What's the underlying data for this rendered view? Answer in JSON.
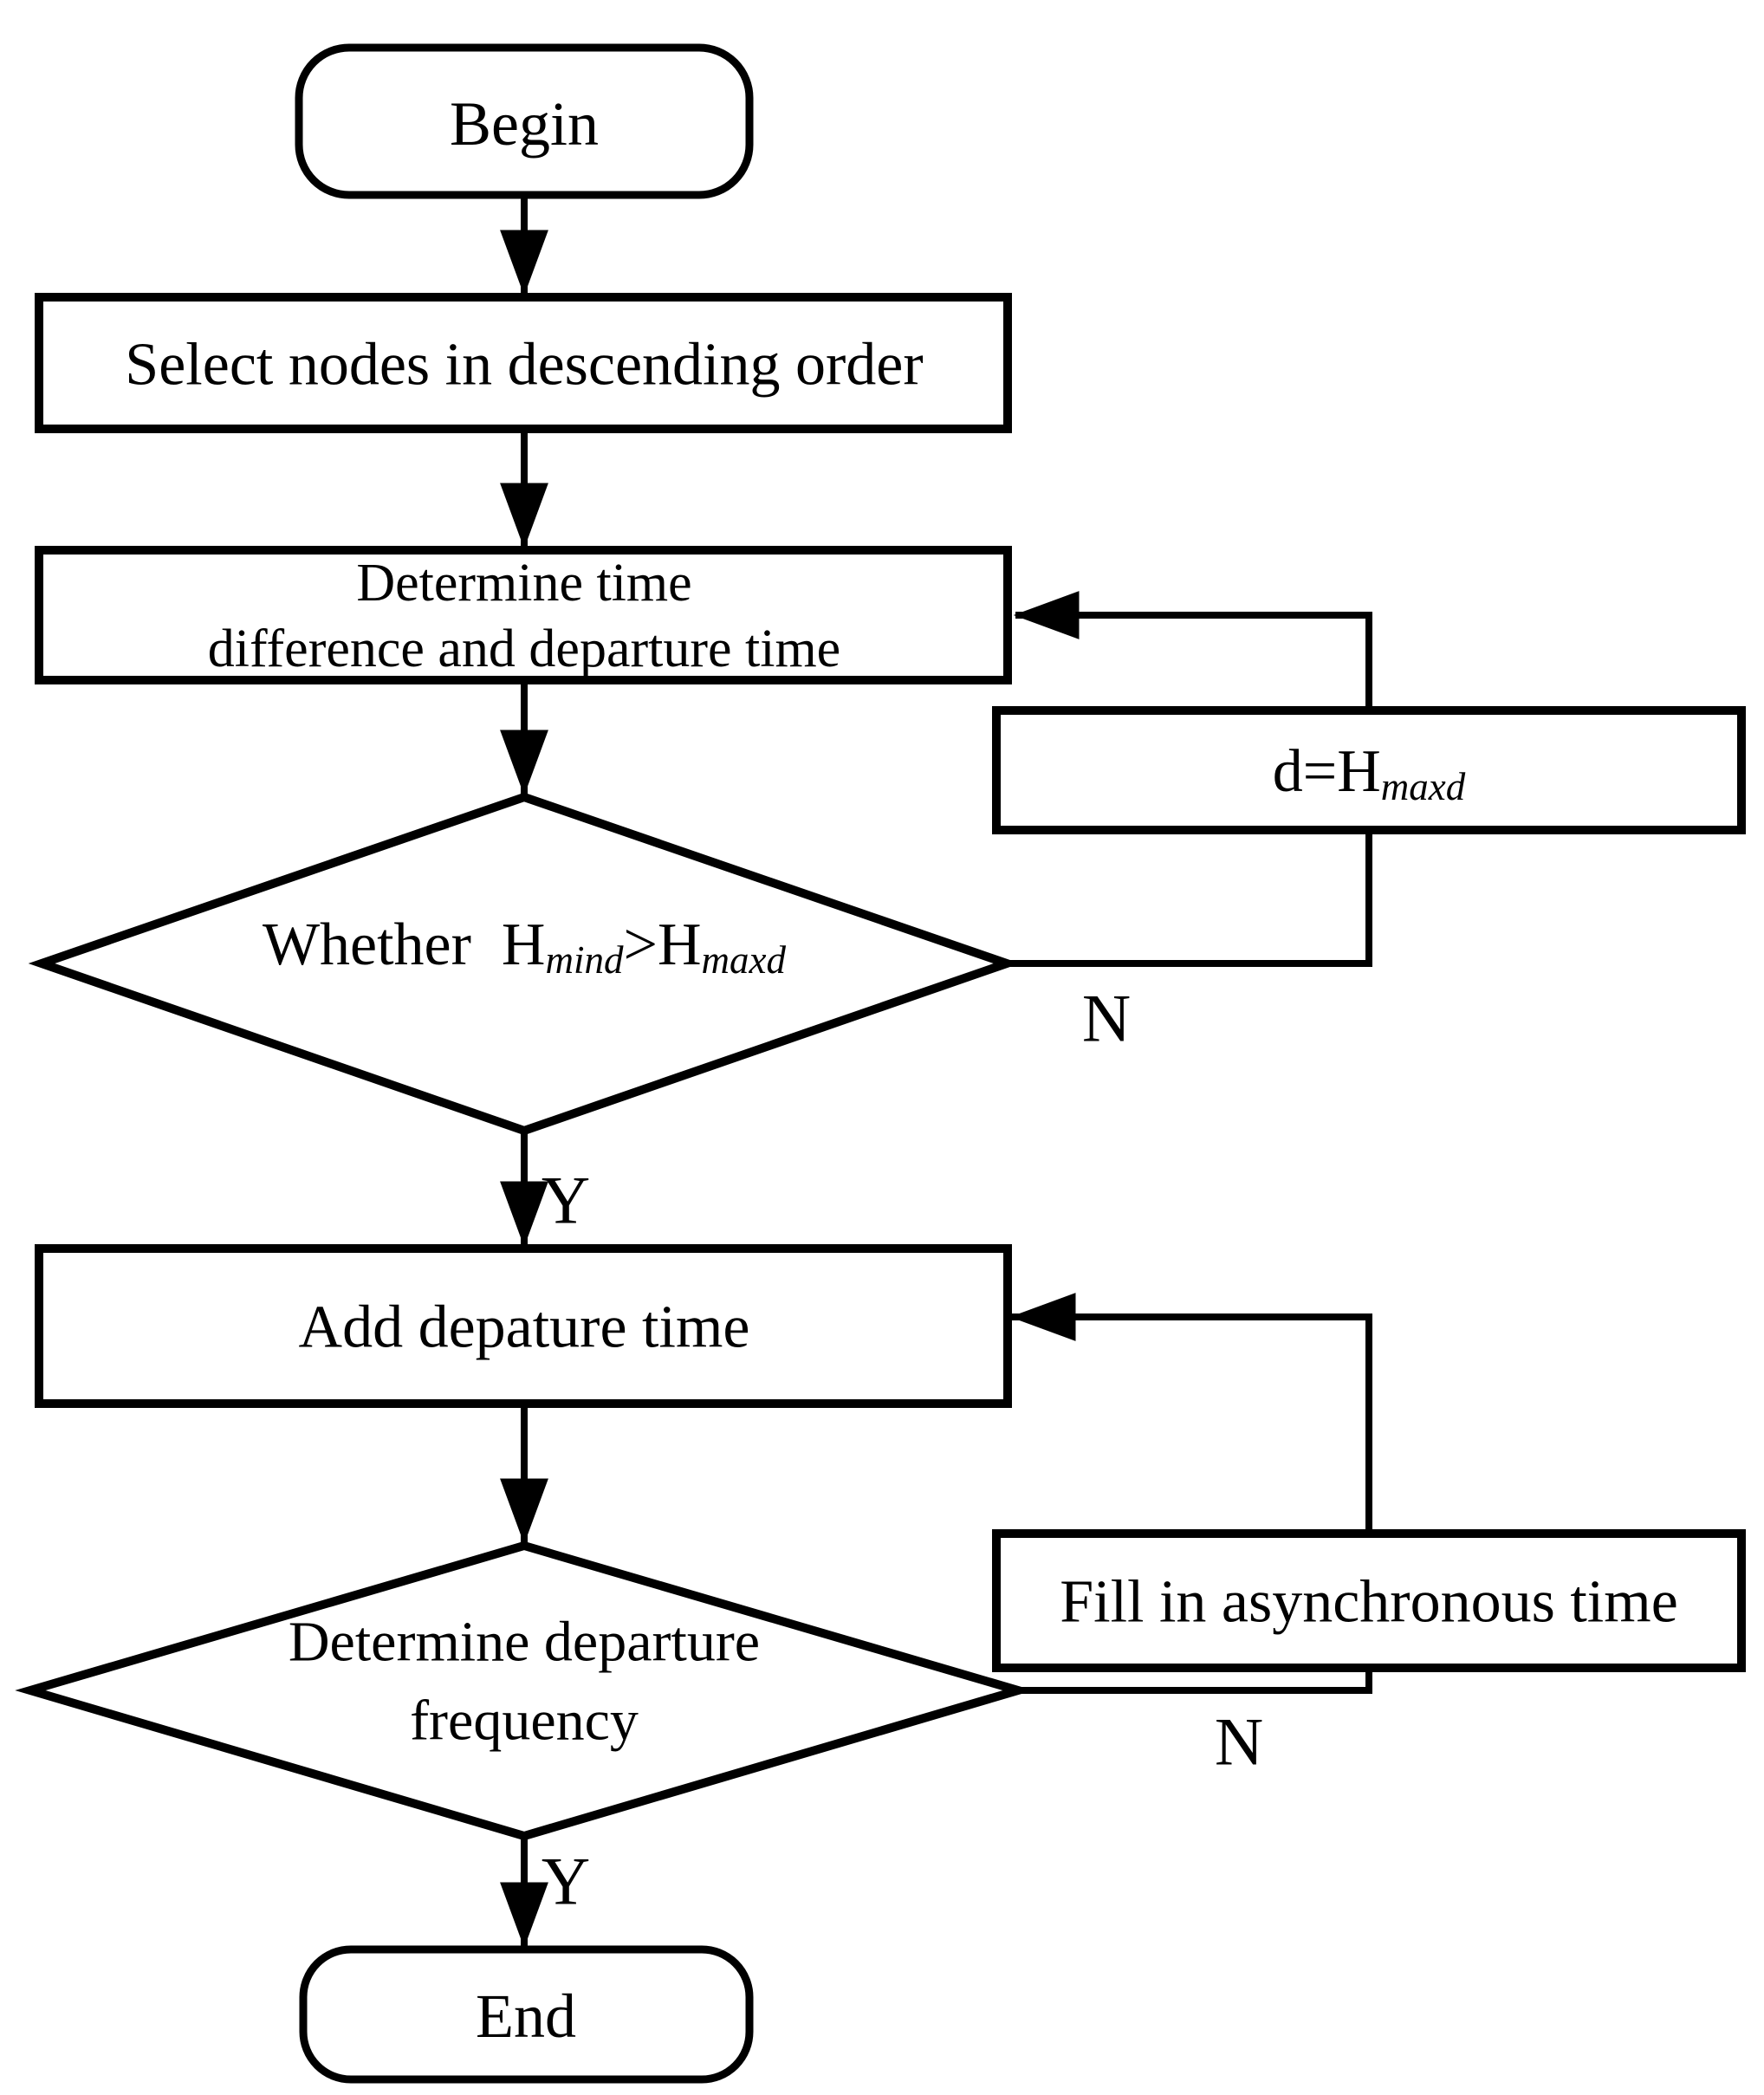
{
  "diagram": {
    "type": "flowchart",
    "colors": {
      "stroke": "#000000",
      "background": "#ffffff",
      "shape_fill": "#ffffff"
    },
    "nodes": {
      "begin": {
        "kind": "terminator",
        "label": "Begin"
      },
      "select_nodes": {
        "kind": "process",
        "label": "Select nodes in descending order"
      },
      "determine_time": {
        "kind": "process",
        "line1": "Determine time",
        "line2": "difference and departure time"
      },
      "decision_headway": {
        "kind": "decision",
        "part1": "Whether  H",
        "sub1": "mind",
        "part2": ">H",
        "sub2": "maxd"
      },
      "assign_d": {
        "kind": "process",
        "part1": "d=H",
        "sub1": "maxd"
      },
      "add_departure": {
        "kind": "process",
        "label": "Add depature time"
      },
      "decision_frequency": {
        "kind": "decision",
        "line1": "Determine departure",
        "line2": "frequency"
      },
      "fill_async": {
        "kind": "process",
        "label": "Fill in asynchronous time"
      },
      "end": {
        "kind": "terminator",
        "label": "End"
      }
    },
    "edge_labels": {
      "decision_headway_yes": "Y",
      "decision_headway_no": "N",
      "decision_frequency_yes": "Y",
      "decision_frequency_no": "N"
    }
  }
}
